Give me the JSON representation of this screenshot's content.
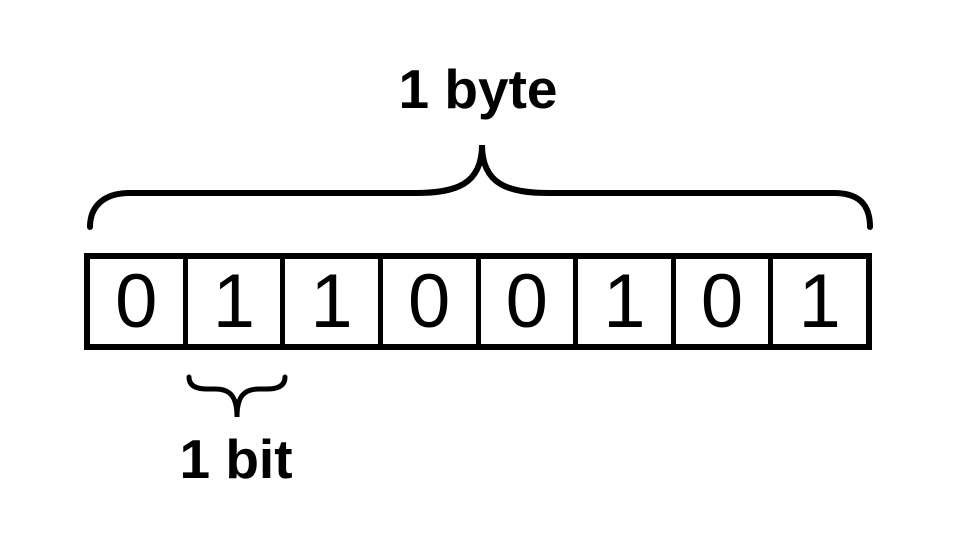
{
  "diagram": {
    "byte_label": "1 byte",
    "bit_label": "1 bit",
    "bit_count": 8,
    "bits": [
      "0",
      "1",
      "1",
      "0",
      "0",
      "1",
      "0",
      "1"
    ],
    "colors": {
      "foreground": "#000000",
      "background": "#ffffff"
    }
  }
}
